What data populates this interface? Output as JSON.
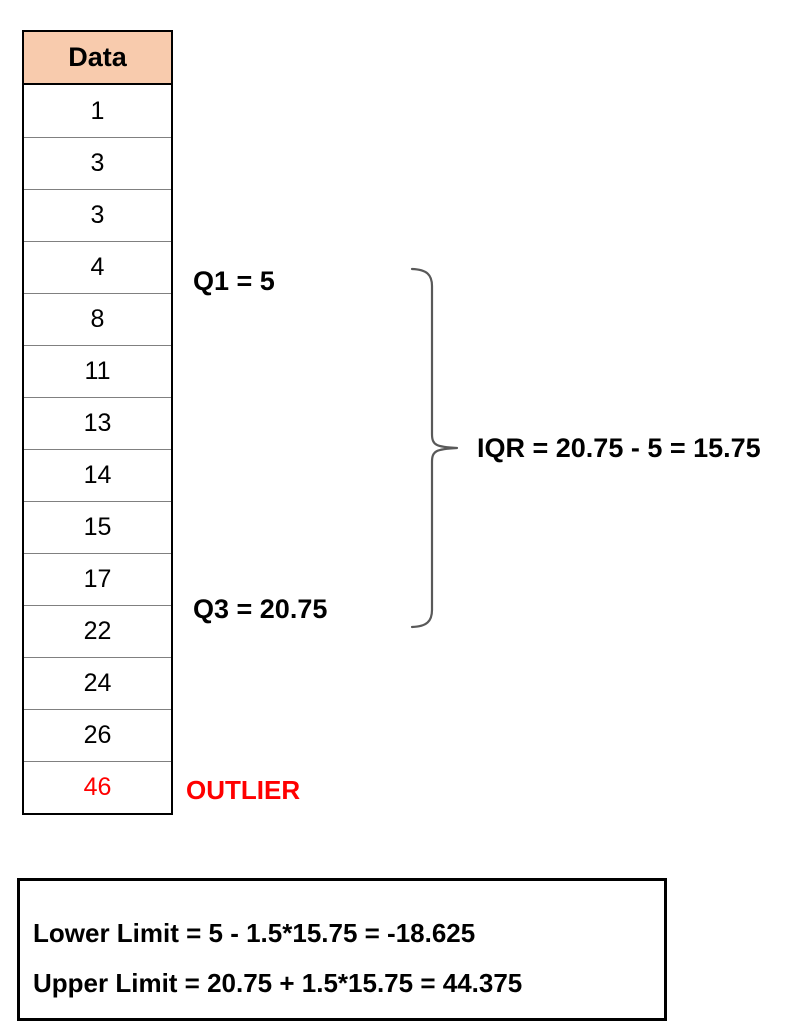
{
  "page": {
    "background": "#ffffff"
  },
  "table": {
    "header": "Data",
    "rows": [
      "1",
      "3",
      "3",
      "4",
      "8",
      "11",
      "13",
      "14",
      "15",
      "17",
      "22",
      "24",
      "26",
      "46"
    ],
    "outlier_index": 13,
    "colors": {
      "header_bg": "#F8CBAD",
      "border_outer": "#000000",
      "border_inner": "#808080",
      "outlier_text": "#FF0000"
    }
  },
  "annotations": {
    "q1_label": "Q1 = 5",
    "q3_label": "Q3 = 20.75",
    "iqr_label": "IQR = 20.75 - 5 = 15.75",
    "outlier_label": "OUTLIER",
    "brace_color": "#595959"
  },
  "limits_box": {
    "lower_limit": "Lower Limit = 5 - 1.5*15.75 = -18.625",
    "upper_limit": "Upper Limit = 20.75 + 1.5*15.75 = 44.375"
  },
  "chart_data": {
    "type": "table",
    "title": "IQR outlier detection example",
    "columns": [
      "Data"
    ],
    "values": [
      1,
      3,
      3,
      4,
      8,
      11,
      13,
      14,
      15,
      17,
      22,
      24,
      26,
      46
    ],
    "stats": {
      "q1": 5,
      "q3": 20.75,
      "iqr": 15.75,
      "lower_limit": -18.625,
      "upper_limit": 44.375,
      "outlier": 46
    }
  }
}
